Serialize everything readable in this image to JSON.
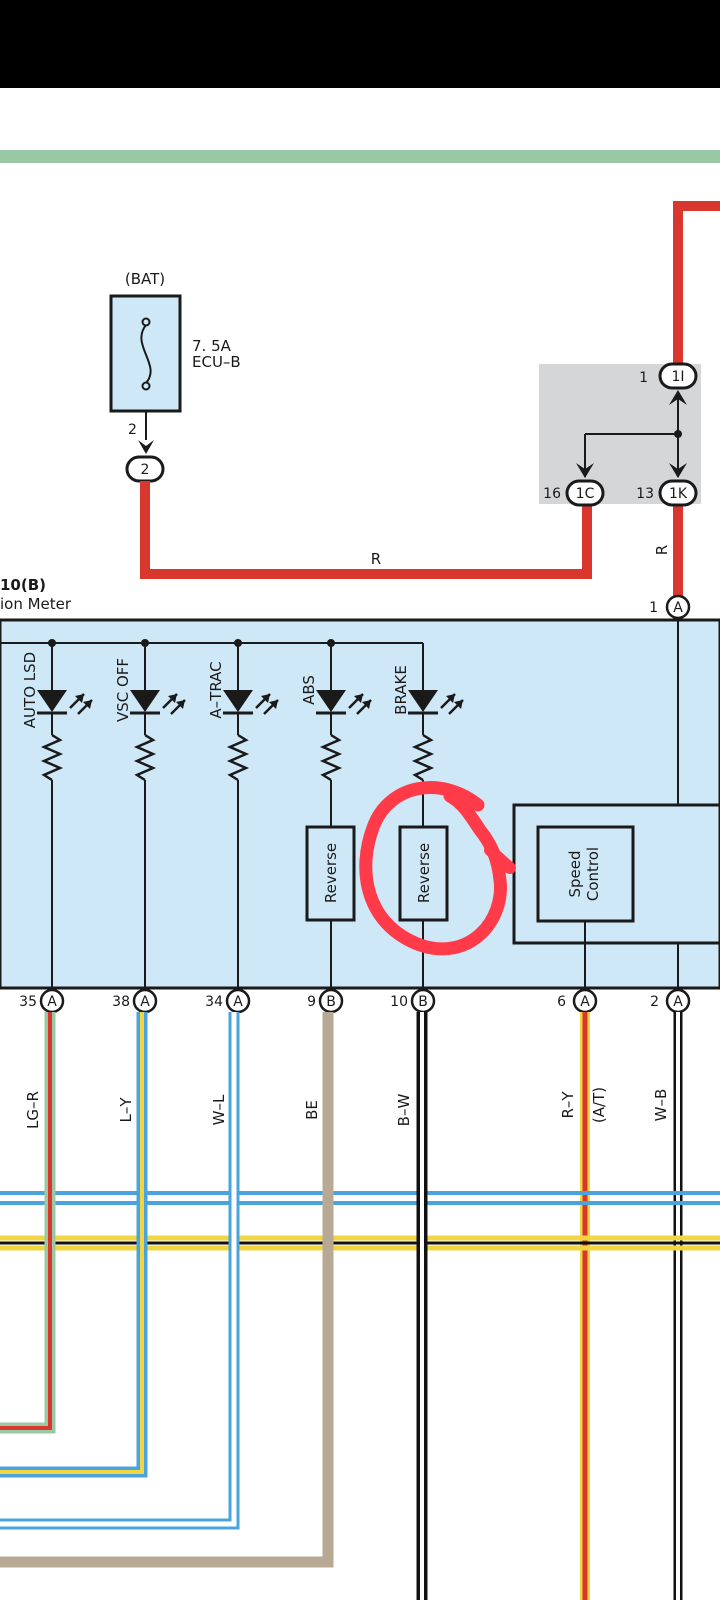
{
  "fuse": {
    "source": "(BAT)",
    "rating": "7. 5A",
    "name": "ECU–B",
    "pin": "2",
    "connector": "2"
  },
  "main_wire_label": "R",
  "junction": {
    "top_pin": "1",
    "top_conn": "1I",
    "left_pin": "16",
    "left_conn": "1C",
    "right_pin": "13",
    "right_conn": "1K",
    "vertical_wire": "R"
  },
  "meter": {
    "ref": "10(B)",
    "name": "ion Meter",
    "input_pin": "1",
    "input_conn": "A"
  },
  "indicators": [
    {
      "label": "AUTO LSD",
      "pin": "35",
      "conn": "A",
      "wire": "LG–R",
      "colors": [
        "#9bc8a4",
        "#d9302a"
      ]
    },
    {
      "label": "VSC OFF",
      "pin": "38",
      "conn": "A",
      "wire": "L–Y",
      "colors": [
        "#4aa3dc",
        "#f2d641"
      ]
    },
    {
      "label": "A–TRAC",
      "pin": "34",
      "conn": "A",
      "wire": "W–L",
      "colors": [
        "#ffffff",
        "#4aa3dc"
      ]
    },
    {
      "label": "ABS",
      "pin": "9",
      "conn": "B",
      "wire": "BE",
      "colors": [
        "#b8a994"
      ]
    },
    {
      "label": "BRAKE",
      "pin": "10",
      "conn": "B",
      "wire": "B–W",
      "colors": [
        "#111111",
        "#ffffff"
      ]
    }
  ],
  "reverse_boxes": [
    "Reverse",
    "Reverse"
  ],
  "speed_control": {
    "line1": "Speed",
    "line2": "Control"
  },
  "speed_pin": {
    "pin": "6",
    "conn": "A",
    "wire": "R–Y",
    "note": "(A/T)"
  },
  "ground_pin": {
    "pin": "2",
    "conn": "A",
    "wire": "W–B"
  },
  "colors": {
    "red_wire": "#d9362e",
    "meter_fill": "#cfe8f7",
    "junction_fill": "#d4d6d8",
    "annotation": "#ff3b4a",
    "header_strip": "#9bc8a4"
  }
}
